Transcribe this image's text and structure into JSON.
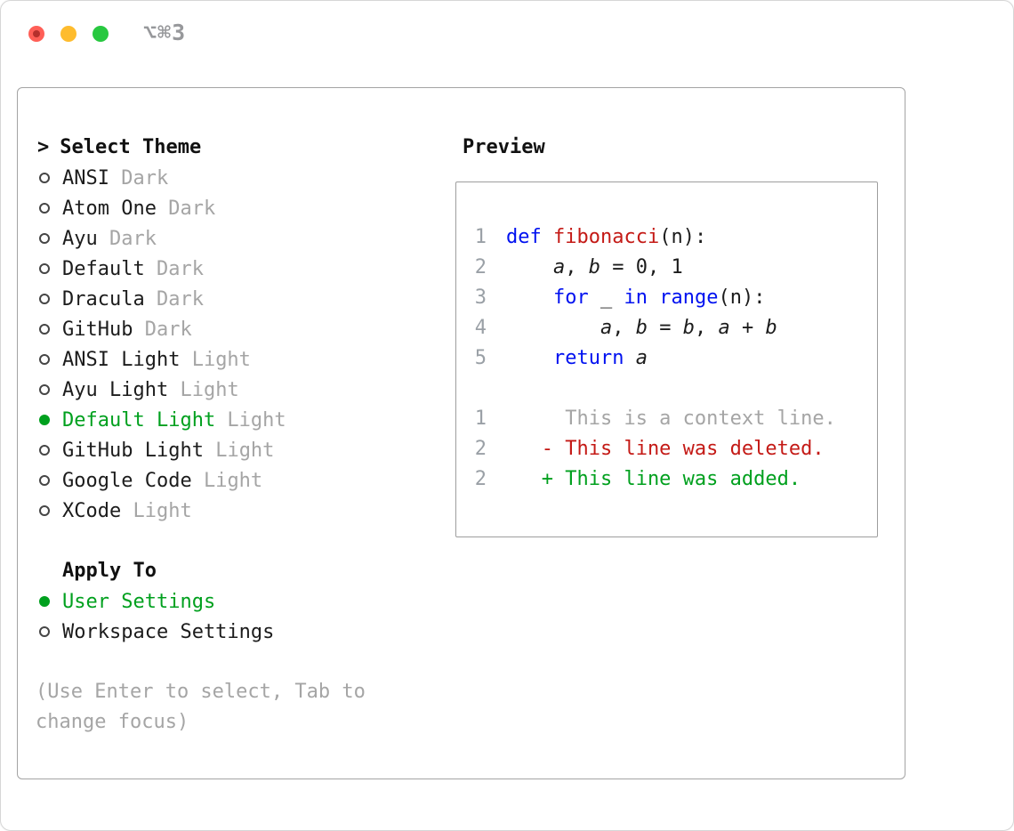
{
  "window": {
    "shortcut": "⌥⌘3"
  },
  "theme_selector": {
    "prompt": ">",
    "title": "Select Theme",
    "items": [
      {
        "name": "ANSI",
        "variant": "Dark",
        "selected": false
      },
      {
        "name": "Atom One",
        "variant": "Dark",
        "selected": false
      },
      {
        "name": "Ayu",
        "variant": "Dark",
        "selected": false
      },
      {
        "name": "Default",
        "variant": "Dark",
        "selected": false
      },
      {
        "name": "Dracula",
        "variant": "Dark",
        "selected": false
      },
      {
        "name": "GitHub",
        "variant": "Dark",
        "selected": false
      },
      {
        "name": "ANSI Light",
        "variant": "Light",
        "selected": false
      },
      {
        "name": "Ayu Light",
        "variant": "Light",
        "selected": false
      },
      {
        "name": "Default Light",
        "variant": "Light",
        "selected": true
      },
      {
        "name": "GitHub Light",
        "variant": "Light",
        "selected": false
      },
      {
        "name": "Google Code",
        "variant": "Light",
        "selected": false
      },
      {
        "name": "XCode",
        "variant": "Light",
        "selected": false
      }
    ]
  },
  "apply_to": {
    "title": "Apply To",
    "items": [
      {
        "label": "User Settings",
        "selected": true
      },
      {
        "label": "Workspace Settings",
        "selected": false
      }
    ]
  },
  "hint": "(Use Enter to select, Tab to change focus)",
  "preview": {
    "title": "Preview",
    "lines": [
      {
        "num": "1",
        "tokens": [
          {
            "t": "def ",
            "c": "kw"
          },
          {
            "t": "fibonacci",
            "c": "fn"
          },
          {
            "t": "(n):",
            "c": "pl"
          }
        ]
      },
      {
        "num": "2",
        "tokens": [
          {
            "t": "    ",
            "c": "pl"
          },
          {
            "t": "a",
            "c": "var"
          },
          {
            "t": ", ",
            "c": "pl"
          },
          {
            "t": "b",
            "c": "var"
          },
          {
            "t": " = 0, 1",
            "c": "pl"
          }
        ]
      },
      {
        "num": "3",
        "tokens": [
          {
            "t": "    ",
            "c": "pl"
          },
          {
            "t": "for",
            "c": "kw"
          },
          {
            "t": " _ ",
            "c": "pl"
          },
          {
            "t": "in",
            "c": "kw"
          },
          {
            "t": " ",
            "c": "pl"
          },
          {
            "t": "range",
            "c": "kw"
          },
          {
            "t": "(n):",
            "c": "pl"
          }
        ]
      },
      {
        "num": "4",
        "tokens": [
          {
            "t": "        ",
            "c": "pl"
          },
          {
            "t": "a",
            "c": "var"
          },
          {
            "t": ", ",
            "c": "pl"
          },
          {
            "t": "b",
            "c": "var"
          },
          {
            "t": " = ",
            "c": "pl"
          },
          {
            "t": "b",
            "c": "var"
          },
          {
            "t": ", ",
            "c": "pl"
          },
          {
            "t": "a",
            "c": "var"
          },
          {
            "t": " + ",
            "c": "pl"
          },
          {
            "t": "b",
            "c": "var"
          }
        ]
      },
      {
        "num": "5",
        "tokens": [
          {
            "t": "    ",
            "c": "pl"
          },
          {
            "t": "return",
            "c": "kw"
          },
          {
            "t": " ",
            "c": "pl"
          },
          {
            "t": "a",
            "c": "var"
          }
        ]
      },
      {
        "num": "",
        "tokens": []
      },
      {
        "num": "1",
        "tokens": [
          {
            "t": "     This is a context line.",
            "c": "ctx"
          }
        ]
      },
      {
        "num": "2",
        "tokens": [
          {
            "t": "   - This line was deleted.",
            "c": "del"
          }
        ]
      },
      {
        "num": "2",
        "tokens": [
          {
            "t": "   + This line was added.",
            "c": "add"
          }
        ]
      }
    ]
  },
  "colors": {
    "accent-green": "#00a01e",
    "added-green": "#00a01e",
    "keyword-blue": "#0011f0",
    "function-red": "#c41a16",
    "deleted-red": "#c41a16",
    "muted-gray": "#a5a5a5",
    "line-number-gray": "#9aa0a6",
    "text-dark": "#1c1c1c",
    "panel-border": "#a3a3a3",
    "window-border": "#d6d6d6",
    "traffic-red": "#ff5f57",
    "traffic-yellow": "#febc2e",
    "traffic-green": "#28c840"
  }
}
